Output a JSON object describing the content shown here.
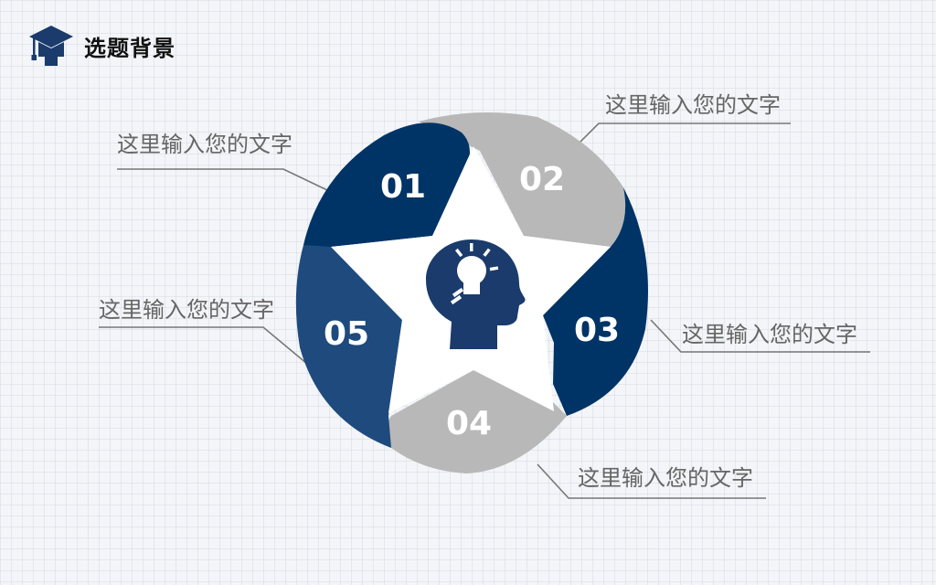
{
  "header": {
    "title": "选题背景",
    "icon": "graduation-cap-icon"
  },
  "diagram": {
    "center_icon": "head-lightbulb-icon",
    "colors": {
      "navy": "#003366",
      "navy_light": "#1e4a7e",
      "gray": "#b8b8b8",
      "line": "#777777"
    },
    "segments": [
      {
        "number": "01",
        "label": "这里输入您的文字"
      },
      {
        "number": "02",
        "label": "这里输入您的文字"
      },
      {
        "number": "03",
        "label": "这里输入您的文字"
      },
      {
        "number": "04",
        "label": "这里输入您的文字"
      },
      {
        "number": "05",
        "label": "这里输入您的文字"
      }
    ]
  }
}
